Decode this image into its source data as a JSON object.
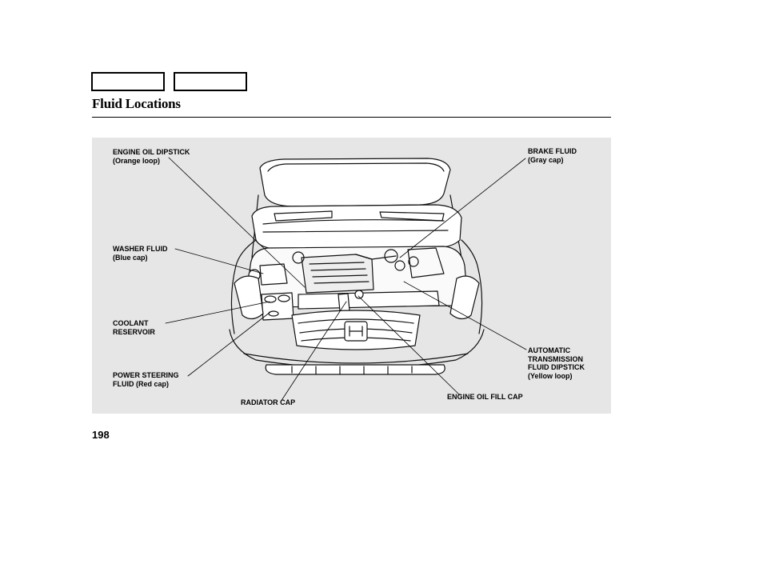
{
  "header": {
    "title": "Fluid Locations"
  },
  "figure": {
    "labels": {
      "engine_oil_dipstick": {
        "name": "ENGINE OIL DIPSTICK",
        "note": "(Orange loop)"
      },
      "washer_fluid": {
        "name": "WASHER FLUID",
        "note": "(Blue cap)"
      },
      "coolant_line1": "COOLANT",
      "coolant_line2": "RESERVOIR",
      "power_steering_line1": "POWER STEERING",
      "power_steering_line2": "FLUID (Red cap)",
      "radiator_cap": "RADIATOR CAP",
      "engine_oil_fill_cap": "ENGINE OIL FILL CAP",
      "atf_line1": "AUTOMATIC",
      "atf_line2": "TRANSMISSION",
      "atf_line3": "FLUID DIPSTICK",
      "atf_line4": "(Yellow loop)",
      "brake_fluid": {
        "name": "BRAKE FLUID",
        "note": "(Gray cap)"
      }
    }
  },
  "footer": {
    "page_number": "198"
  }
}
